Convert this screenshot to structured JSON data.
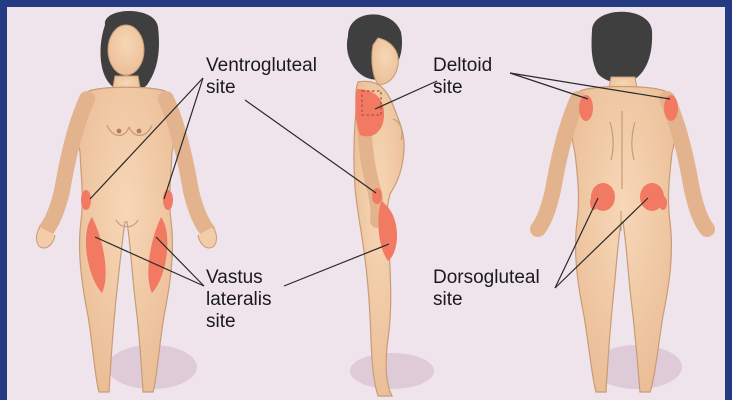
{
  "title": "",
  "labels": {
    "ventrogluteal": [
      "Ventrogluteal",
      "site"
    ],
    "deltoid": [
      "Deltoid",
      "site"
    ],
    "vastus": [
      "Vastus",
      "lateralis",
      "site"
    ],
    "dorsogluteal": [
      "Dorsogluteal",
      "site"
    ]
  },
  "figures": [
    {
      "name": "front-view"
    },
    {
      "name": "side-view"
    },
    {
      "name": "back-view"
    }
  ],
  "colors": {
    "frame": "#243a82",
    "background": "#efe4ec",
    "skin": "#f3cdaa",
    "skin_shadow": "#e3b38e",
    "hair": "#3f3f3f",
    "injection_site": "#f37a62",
    "leader_line": "#2a2a2a"
  }
}
